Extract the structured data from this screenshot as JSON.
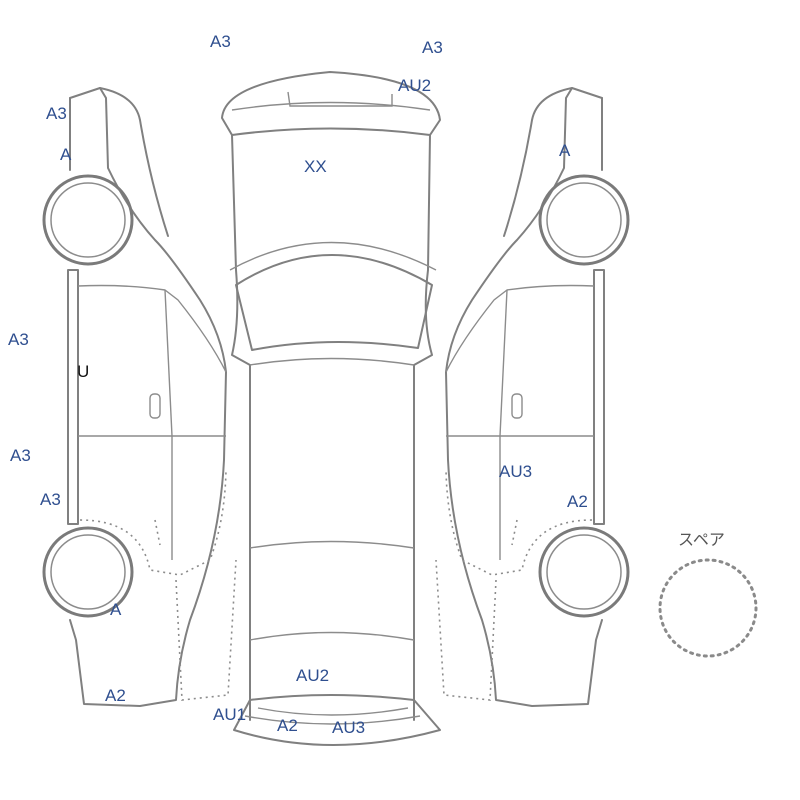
{
  "labels": {
    "front_left_a3": "A3",
    "front_right_a3": "A3",
    "front_au2": "AU2",
    "hood_xx": "XX",
    "left_top_a3": "A3",
    "left_top_a": "A",
    "left_door_a3": "A3",
    "left_door_u": "U",
    "left_rocker_a3": "A3",
    "left_rear_a3": "A3",
    "left_rear_wheel_a": "A",
    "left_bumper_a2": "A2",
    "right_top_a": "A",
    "right_door_au3": "AU3",
    "right_rear_a2": "A2",
    "rear_au2": "AU2",
    "rear_au1": "AU1",
    "rear_a2": "A2",
    "rear_au3": "AU3"
  },
  "spare": {
    "label": "スペア"
  }
}
